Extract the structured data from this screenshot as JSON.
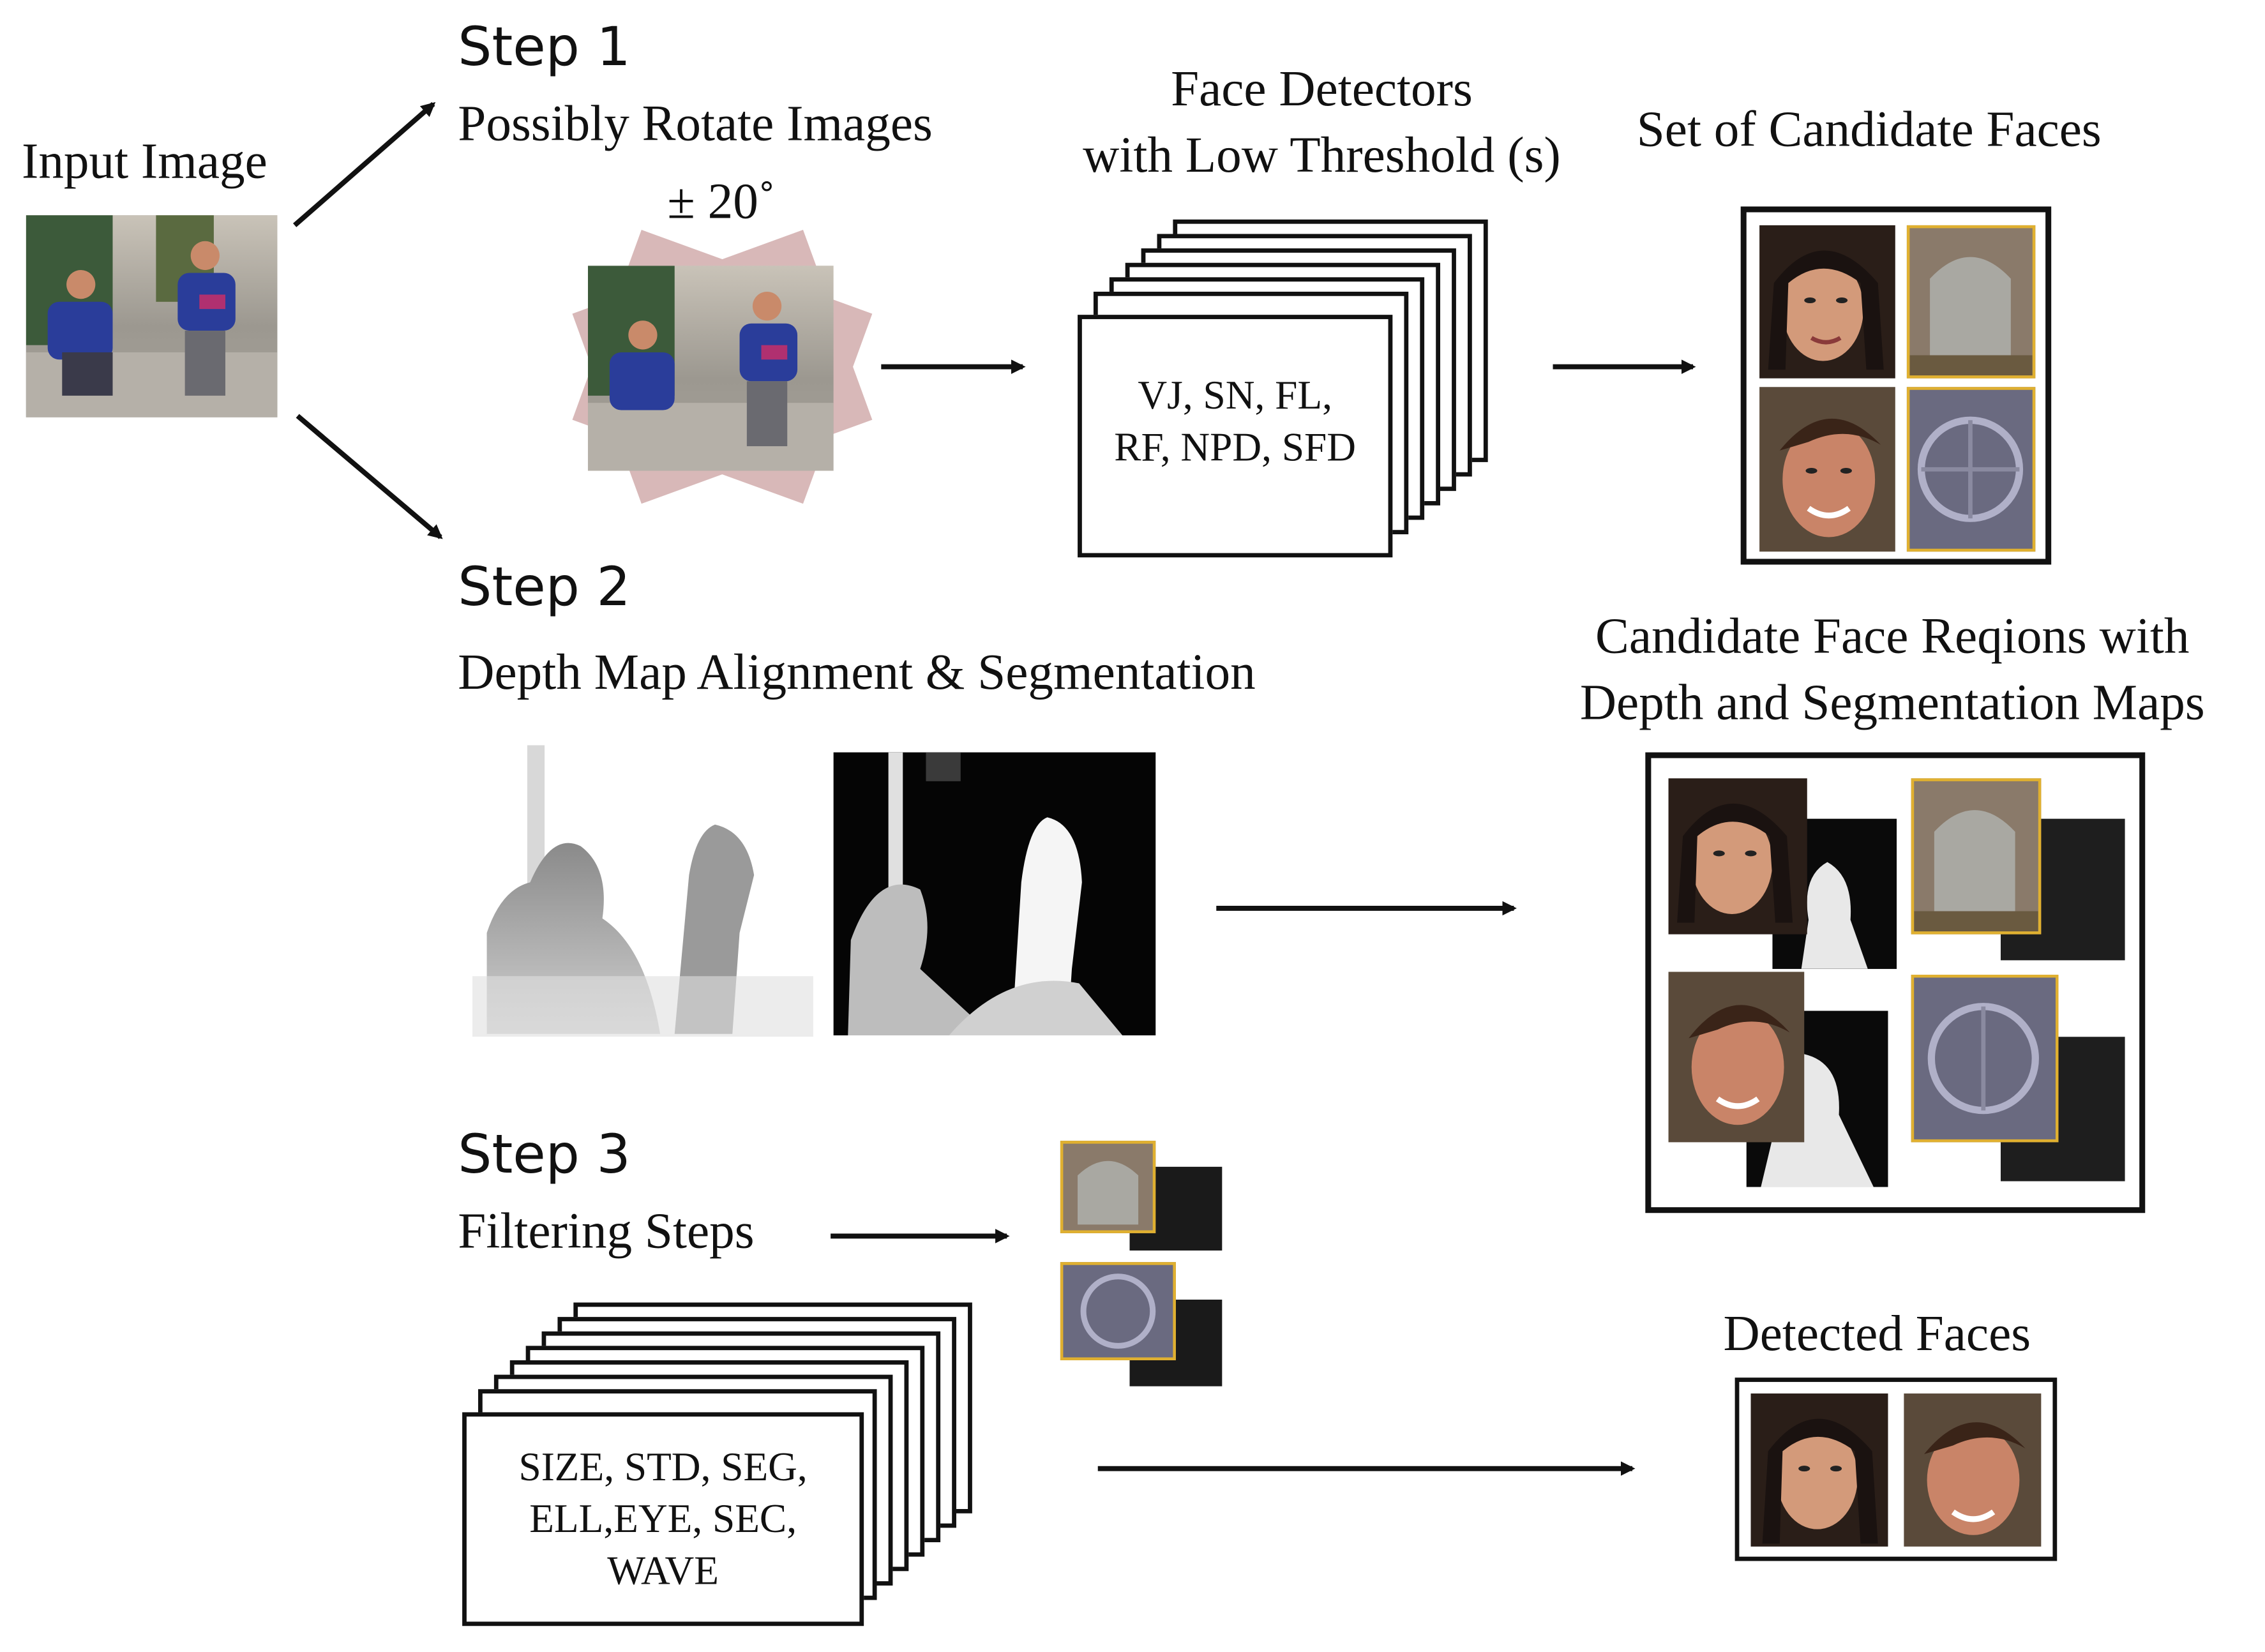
{
  "input": {
    "label": "Input Image"
  },
  "step1": {
    "title": "Step 1",
    "subtitle": "Possibly Rotate Images",
    "angle": "± 20˚",
    "detectors_title_line1": "Face Detectors",
    "detectors_title_line2": "with Low Threshold (s)",
    "detectors_line1": "VJ, SN, FL,",
    "detectors_line2": "RF, NPD, SFD",
    "candidates_title": "Set of Candidate Faces"
  },
  "step2": {
    "title": "Step 2",
    "subtitle": "Depth Map Alignment & Segmentation",
    "regions_title_line1": "Candidate Face Reqions with",
    "regions_title_line2": "Depth and Segmentation Maps"
  },
  "step3": {
    "title": "Step 3",
    "subtitle": "Filtering Steps",
    "filters_line1": "SIZE, STD, SEG,",
    "filters_line2": "ELL,EYE, SEC,",
    "filters_line3": "WAVE",
    "detected_title": "Detected Faces"
  },
  "colors": {
    "ink": "#111111",
    "thumb_border": "#e0b030",
    "jacket": "#2a3d9a",
    "scene": "#a8a5a0"
  }
}
